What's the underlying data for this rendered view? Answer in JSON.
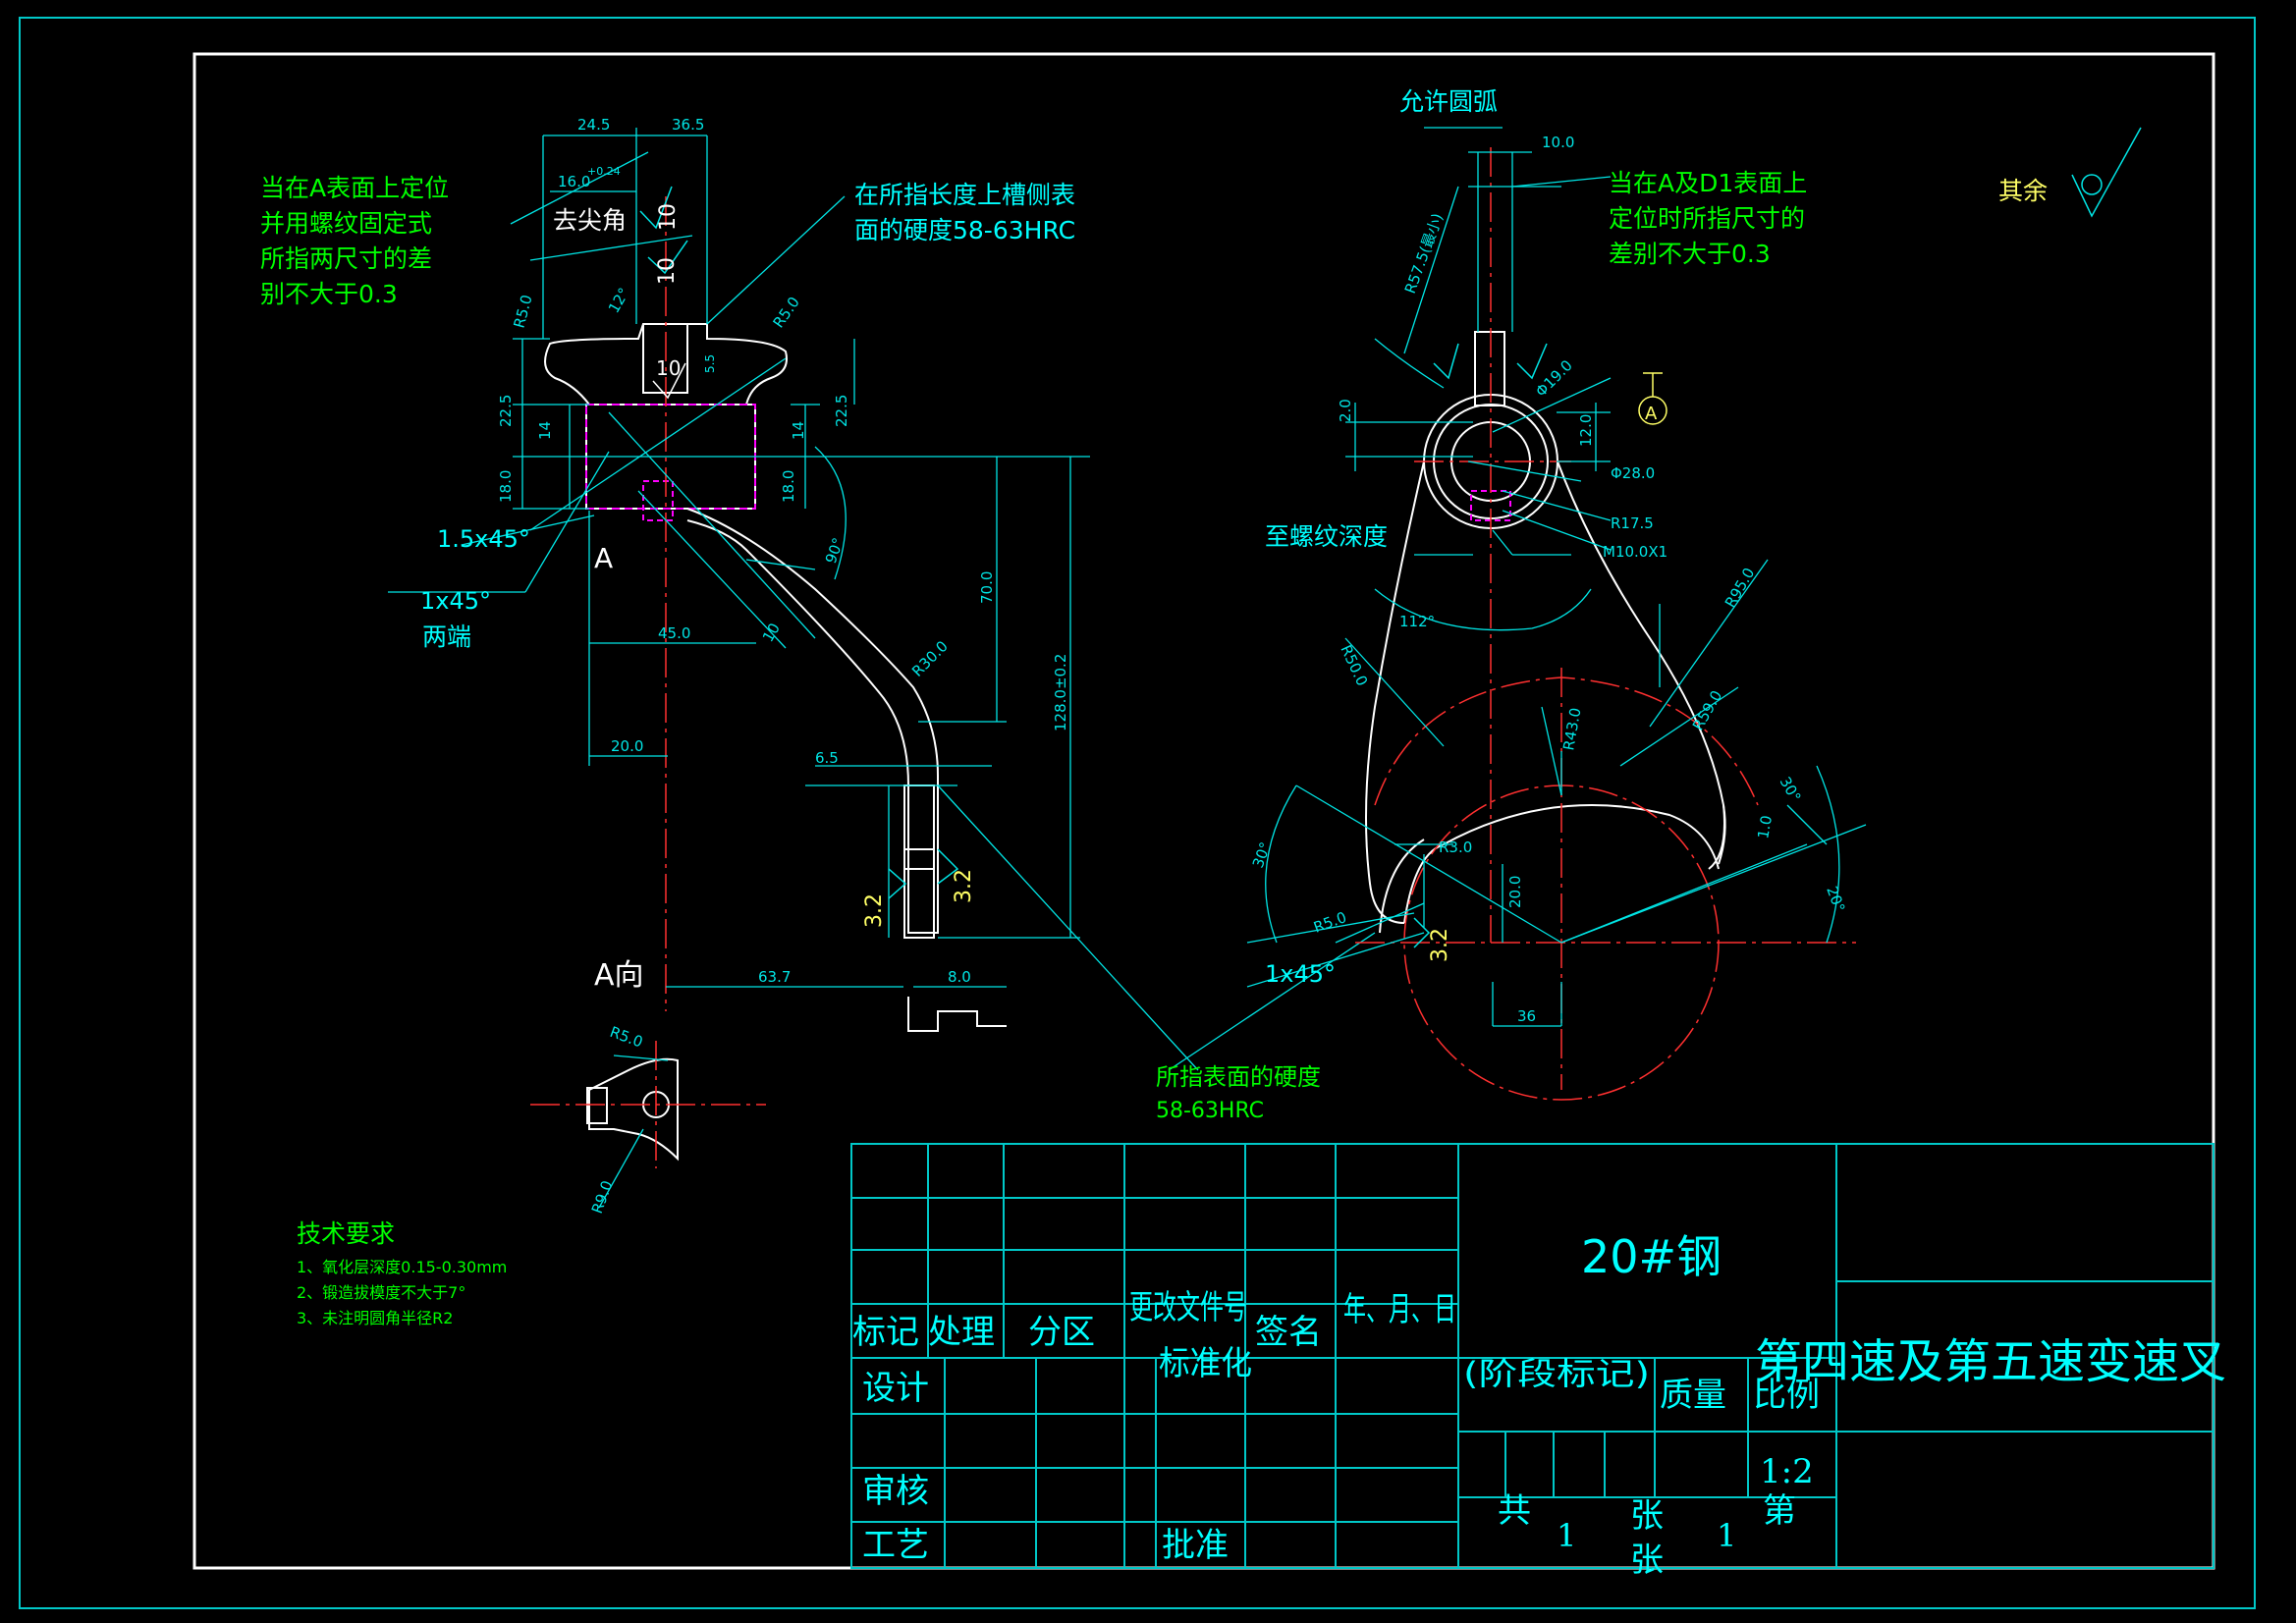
{
  "colors": {
    "background": "#000000",
    "frame": "#00c8c8",
    "geometry": "#ffffff",
    "dimension": "#00e5e5",
    "note_green": "#00ff00",
    "note_yellow": "#ffff66",
    "hidden": "#ff00ff",
    "centerline": "#ff3030",
    "title_text": "#00ffff"
  },
  "notes": {
    "left_locating": [
      "当在A表面上定位",
      "并用螺纹固定式",
      "所指两尺寸的差",
      "别不大于0.3"
    ],
    "right_locating": [
      "当在A及D1表面上",
      "定位时所指尺寸的",
      "差别不大于0.3"
    ],
    "slot_hardness": [
      "在所指长度上槽侧表",
      "面的硬度58-63HRC"
    ],
    "surface_hardness": [
      "所指表面的硬度",
      "58-63HRC"
    ],
    "allow_arc": "允许圆弧",
    "remove_sharp": "去尖角",
    "thread_depth": "至螺纹深度",
    "chamfer_1": "1.5x45°",
    "chamfer_2": "1x45°",
    "both_ends": "两端",
    "chamfer_3": "1x45°",
    "view_a_arrow": "A",
    "view_a": "A向",
    "datum_a": "A",
    "rest": "其余"
  },
  "tech": {
    "title": "技术要求",
    "items": [
      "1、氧化层深度0.15-0.30mm",
      "2、锻造拔模度不大于7°",
      "3、未注明圆角半径R2"
    ]
  },
  "dims": {
    "d245": "24.5",
    "d365": "36.5",
    "d160": "16.0",
    "d160tol": "+0.24",
    "d225l": "22.5",
    "d225r": "22.5",
    "d14l": "14",
    "d14r": "14",
    "d180l": "18.0",
    "d180r": "18.0",
    "d450": "45.0",
    "d200": "20.0",
    "d10": "10",
    "d700": "70.0",
    "d1280": "128.0±0.2",
    "dr300": "R30.0",
    "d65": "6.5",
    "d637": "63.7",
    "d80": "8.0",
    "dr50a": "R5.0",
    "dr50b": "R5.0",
    "d12": "12°",
    "d90": "90°",
    "d55": "5.5",
    "r10a": "10",
    "r10b": "10",
    "r10c": "10",
    "r32a": "3.2",
    "r32b": "3.2",
    "r32c": "3.2",
    "d100": "10.0",
    "dr575": "R57.5(最小)",
    "d190": "Φ19.0",
    "d20": "2.0",
    "d120": "12.0",
    "d280": "Φ28.0",
    "dr175": "R17.5",
    "dm10": "M10.0X1",
    "d112": "112°",
    "dr500": "R50.0",
    "dr950": "R95.0",
    "dr430": "R43.0",
    "dr590": "R59.0",
    "d30a": "30°",
    "d30b": "30°",
    "d20deg": "20°",
    "d10b": "1.0",
    "dr30": "R3.0",
    "d200b": "20.0",
    "dr50c": "R5.0",
    "d36": "36",
    "dr50d": "R5.0",
    "dr10e": "R9.0"
  },
  "title_block": {
    "material": "20#钢",
    "part_name": "第四速及第五速变速叉",
    "mark": "标记",
    "process": "处理",
    "zone": "分区",
    "change_doc": "更改文件号",
    "sign": "签名",
    "date": "年、月、日",
    "design": "设计",
    "standard": "标准化",
    "review": "审核",
    "craft": "工艺",
    "approve": "批准",
    "stage_mark": "(阶段标记)",
    "mass": "质量",
    "scale_label": "比例",
    "scale": "1:2",
    "total": "共",
    "total_n": "1",
    "sheets": "张",
    "sheet_n": "1",
    "sheet_label": "第",
    "sheets2": "张"
  }
}
